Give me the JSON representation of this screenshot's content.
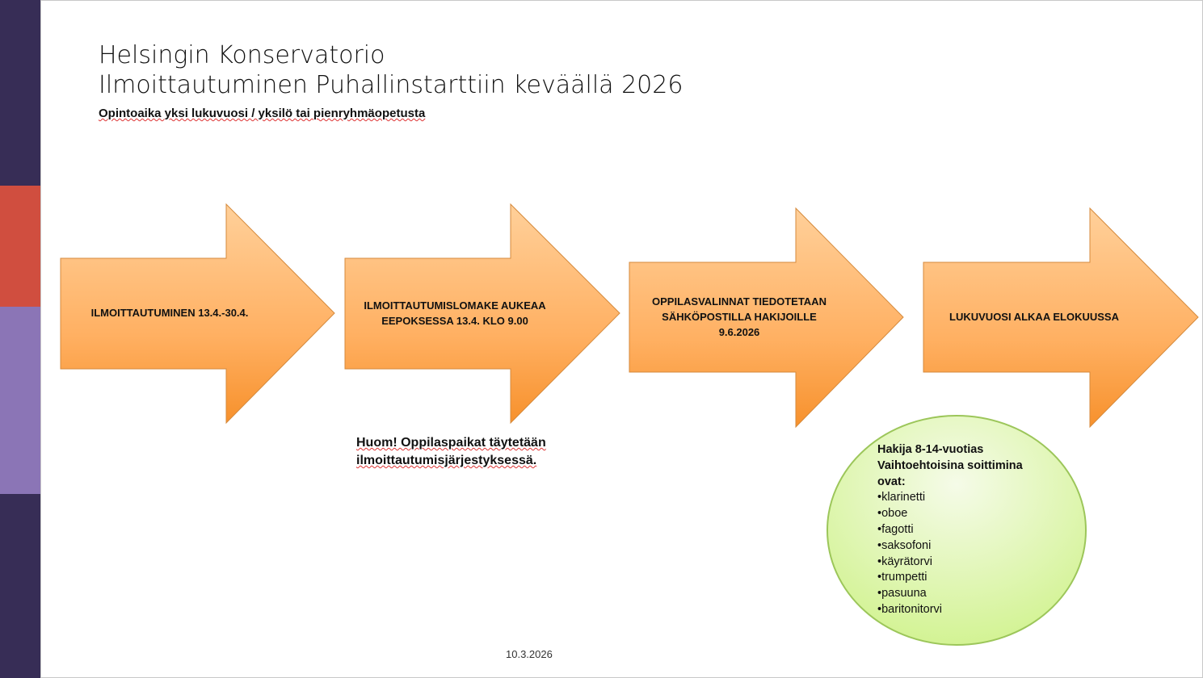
{
  "title_line1": "Helsingin Konservatorio",
  "title_line2": "Ilmoittautuminen Puhallinstarttiin keväällä 2026",
  "subtitle": "Opintoaika yksi lukuvuosi / yksilö tai pienryhmäopetusta",
  "steps": [
    {
      "line1": "ILMOITTAUTUMINEN 13.4.-30.4."
    },
    {
      "line1": "ILMOITTAUTUMISLOMAKE AUKEAA",
      "line2": "EEPOKSESSA 13.4. KLO 9.00"
    },
    {
      "line1": "OPPILASVALINNAT TIEDOTETAAN",
      "line2": "SÄHKÖPOSTILLA HAKIJOILLE",
      "line3": "9.6.2026"
    },
    {
      "line1": "LUKUVUOSI ALKAA ELOKUUSSA"
    }
  ],
  "note": {
    "line1": "Huom! Oppilaspaikat täytetään",
    "line2": "ilmoittautumisjärjestyksessä."
  },
  "circle": {
    "line1": "Hakija 8-14-vuotias",
    "line2": "Vaihtoehtoisina soittimina",
    "line3": "ovat:",
    "instruments": [
      "•klarinetti",
      "•oboe",
      "•fagotti",
      "•saksofoni",
      "•käyrätorvi",
      "•trumpetti",
      "•pasuuna",
      "•baritonitorvi"
    ]
  },
  "footer_date": "10.3.2026",
  "colors": {
    "sidebar_dark": "#372d56",
    "sidebar_red": "#d04e3f",
    "sidebar_lavender": "#8b75b6",
    "arrow_light": "#ffc98a",
    "arrow_dark": "#f79a3a",
    "circle_light": "#f3fbe4",
    "circle_dark": "#d6f59a"
  }
}
